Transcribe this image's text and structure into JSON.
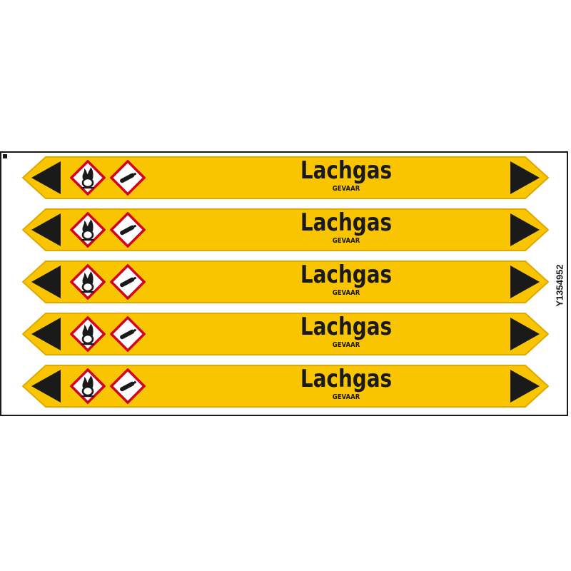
{
  "markers": [
    {
      "name": "Lachgas",
      "signal_word": "GEVAAR"
    },
    {
      "name": "Lachgas",
      "signal_word": "GEVAAR"
    },
    {
      "name": "Lachgas",
      "signal_word": "GEVAAR"
    },
    {
      "name": "Lachgas",
      "signal_word": "GEVAAR"
    },
    {
      "name": "Lachgas",
      "signal_word": "GEVAAR"
    }
  ],
  "pictograms": [
    "flame-over-circle-icon",
    "gas-cylinder-icon"
  ],
  "product_code": "Y1354952",
  "colors": {
    "band": "#f9c400",
    "band_edge": "#e0a800",
    "arrow": "#1a1a1a",
    "ghs_red": "#d6001c",
    "text": "#1a1a1a"
  }
}
